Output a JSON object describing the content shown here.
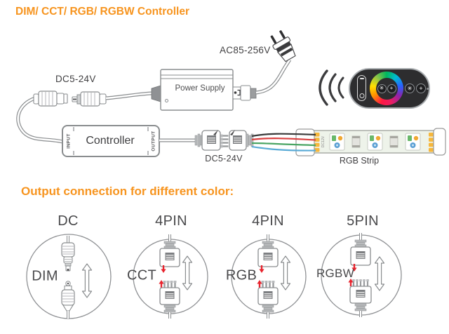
{
  "title": "DIM/ CCT/ RGB/ RGBW Controller",
  "section_title": "Output connection for different color:",
  "colors": {
    "accent_orange": "#F7941E",
    "label_gray": "#414042",
    "line_gray": "#8A8D8F",
    "align_arrow_red": "#E8232D",
    "pad_yellow": "#F6B73C",
    "wire_black": "#3A3A3A",
    "wire_red": "#D94040",
    "wire_green": "#4AA564",
    "wire_blue": "#5AABD6"
  },
  "diagram": {
    "ac_label": "AC85-256V",
    "dc_input_label": "DC5-24V",
    "power_supply_label": "Power Supply",
    "controller_label": "Controller",
    "input_label": "INPUT",
    "output_label": "OUTPUT",
    "dc_output_label": "DC5-24V",
    "strip_label": "RGB Strip",
    "strip_voltage_label": "DC12V"
  },
  "remote": {
    "wheel_button_1": "✳",
    "wheel_button_2": "+",
    "side_button_1": "✳",
    "side_button_2": "+"
  },
  "output_options": [
    {
      "pin_label": "DC",
      "type_label": "DIM"
    },
    {
      "pin_label": "4PIN",
      "type_label": "CCT"
    },
    {
      "pin_label": "4PIN",
      "type_label": "RGB"
    },
    {
      "pin_label": "5PIN",
      "type_label": "RGBW"
    }
  ]
}
